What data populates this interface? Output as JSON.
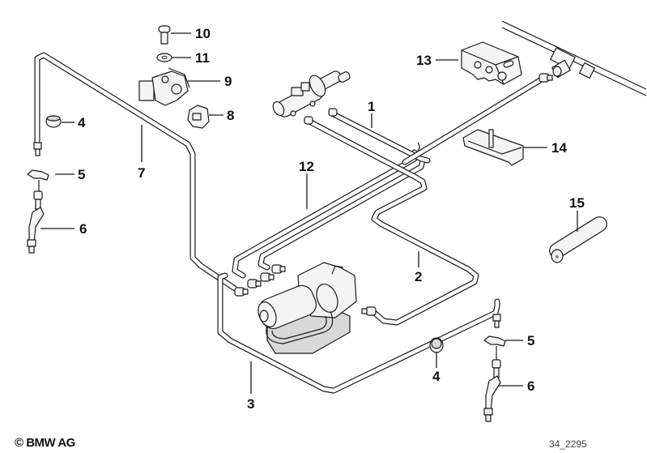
{
  "diagram": {
    "title": "Brake pipe / hydraulic unit parts diagram",
    "copyright": "© BMW AG",
    "drawing_number": "34_2295",
    "callouts": [
      {
        "id": "c1",
        "label": "1"
      },
      {
        "id": "c2",
        "label": "2"
      },
      {
        "id": "c3",
        "label": "3"
      },
      {
        "id": "c4a",
        "label": "4"
      },
      {
        "id": "c4b",
        "label": "4"
      },
      {
        "id": "c5a",
        "label": "5"
      },
      {
        "id": "c5b",
        "label": "5"
      },
      {
        "id": "c6a",
        "label": "6"
      },
      {
        "id": "c6b",
        "label": "6"
      },
      {
        "id": "c7",
        "label": "7"
      },
      {
        "id": "c8",
        "label": "8"
      },
      {
        "id": "c9",
        "label": "9"
      },
      {
        "id": "c10",
        "label": "10"
      },
      {
        "id": "c11",
        "label": "11"
      },
      {
        "id": "c12",
        "label": "12"
      },
      {
        "id": "c13",
        "label": "13"
      },
      {
        "id": "c14",
        "label": "14"
      },
      {
        "id": "c15",
        "label": "15"
      }
    ]
  }
}
